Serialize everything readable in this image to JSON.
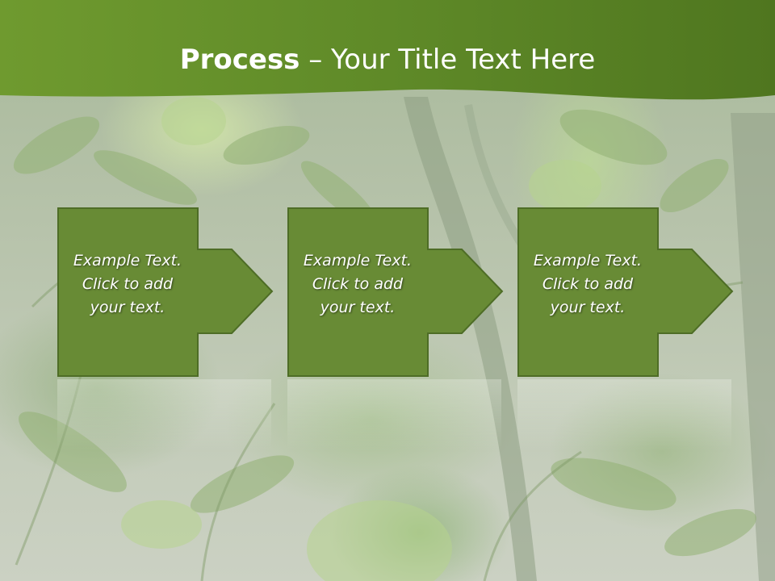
{
  "slide": {
    "title_bold": "Process",
    "title_rest": " – Your Title Text Here"
  },
  "steps": [
    {
      "line1": "Example Text.",
      "line2": "Click  to add",
      "line3": "your text."
    },
    {
      "line1": "Example Text.",
      "line2": "Click  to add",
      "line3": "your text."
    },
    {
      "line1": "Example Text.",
      "line2": "Click  to add",
      "line3": "your text."
    }
  ],
  "colors": {
    "header_green": "#5e8a28",
    "box_fill": "#688b35",
    "box_border": "#4e6d26"
  }
}
